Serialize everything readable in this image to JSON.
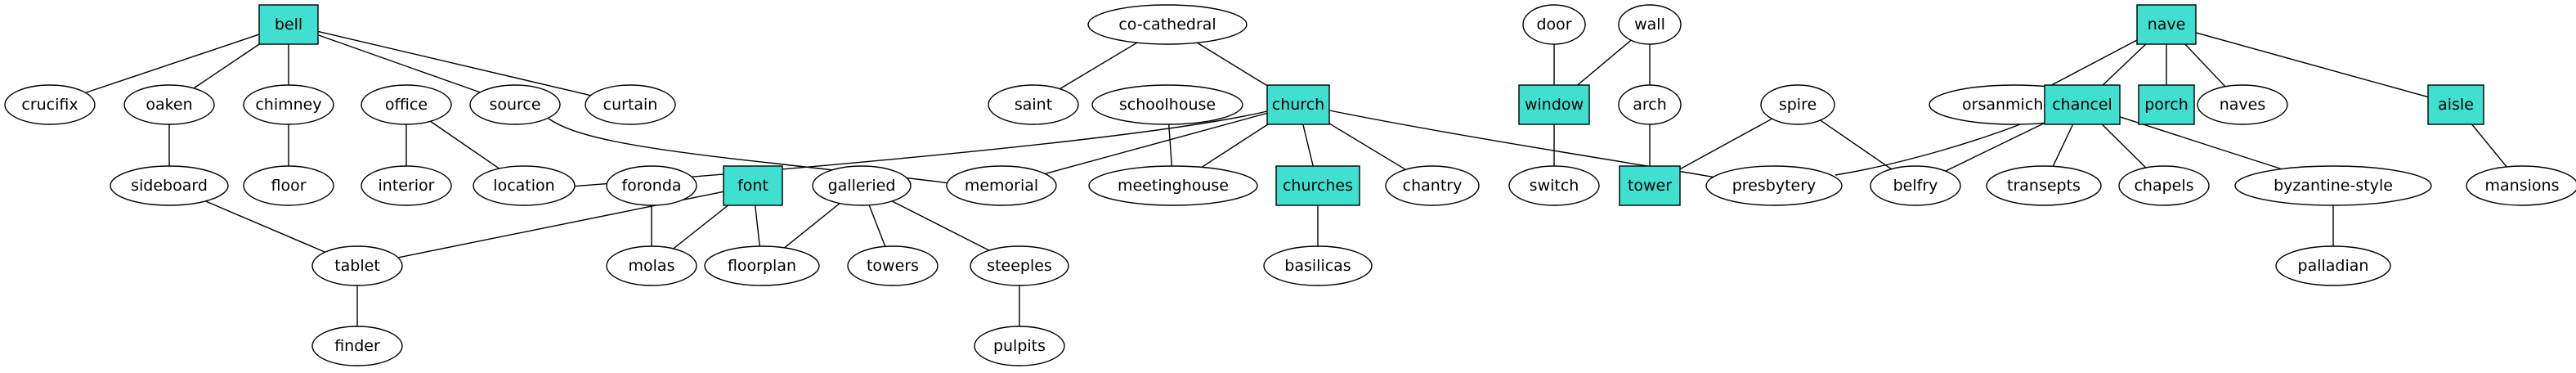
{
  "colors": {
    "highlight": "#40e0d0",
    "plain": "#ffffff",
    "stroke": "#000000"
  },
  "nodes": [
    {
      "id": "bell",
      "label": "bell",
      "shape": "box",
      "highlight": true
    },
    {
      "id": "crucifix",
      "label": "crucifix",
      "shape": "ellipse",
      "highlight": false
    },
    {
      "id": "oaken",
      "label": "oaken",
      "shape": "ellipse",
      "highlight": false
    },
    {
      "id": "chimney",
      "label": "chimney",
      "shape": "ellipse",
      "highlight": false
    },
    {
      "id": "office",
      "label": "office",
      "shape": "ellipse",
      "highlight": false
    },
    {
      "id": "source",
      "label": "source",
      "shape": "ellipse",
      "highlight": false
    },
    {
      "id": "curtain",
      "label": "curtain",
      "shape": "ellipse",
      "highlight": false
    },
    {
      "id": "sideboard",
      "label": "sideboard",
      "shape": "ellipse",
      "highlight": false
    },
    {
      "id": "floor",
      "label": "floor",
      "shape": "ellipse",
      "highlight": false
    },
    {
      "id": "interior",
      "label": "interior",
      "shape": "ellipse",
      "highlight": false
    },
    {
      "id": "location",
      "label": "location",
      "shape": "ellipse",
      "highlight": false
    },
    {
      "id": "foronda",
      "label": "foronda",
      "shape": "ellipse",
      "highlight": false
    },
    {
      "id": "font",
      "label": "font",
      "shape": "box",
      "highlight": true
    },
    {
      "id": "galleried",
      "label": "galleried",
      "shape": "ellipse",
      "highlight": false
    },
    {
      "id": "tablet",
      "label": "tablet",
      "shape": "ellipse",
      "highlight": false
    },
    {
      "id": "molas",
      "label": "molas",
      "shape": "ellipse",
      "highlight": false
    },
    {
      "id": "floorplan",
      "label": "floorplan",
      "shape": "ellipse",
      "highlight": false
    },
    {
      "id": "towers",
      "label": "towers",
      "shape": "ellipse",
      "highlight": false
    },
    {
      "id": "steeples",
      "label": "steeples",
      "shape": "ellipse",
      "highlight": false
    },
    {
      "id": "finder",
      "label": "finder",
      "shape": "ellipse",
      "highlight": false
    },
    {
      "id": "pulpits",
      "label": "pulpits",
      "shape": "ellipse",
      "highlight": false
    },
    {
      "id": "cocathedral",
      "label": "co-cathedral",
      "shape": "ellipse",
      "highlight": false
    },
    {
      "id": "saint",
      "label": "saint",
      "shape": "ellipse",
      "highlight": false
    },
    {
      "id": "schoolhouse",
      "label": "schoolhouse",
      "shape": "ellipse",
      "highlight": false
    },
    {
      "id": "church",
      "label": "church",
      "shape": "box",
      "highlight": true
    },
    {
      "id": "memorial",
      "label": "memorial",
      "shape": "ellipse",
      "highlight": false
    },
    {
      "id": "meetinghouse",
      "label": "meetinghouse",
      "shape": "ellipse",
      "highlight": false
    },
    {
      "id": "churches",
      "label": "churches",
      "shape": "box",
      "highlight": true
    },
    {
      "id": "chantry",
      "label": "chantry",
      "shape": "ellipse",
      "highlight": false
    },
    {
      "id": "basilicas",
      "label": "basilicas",
      "shape": "ellipse",
      "highlight": false
    },
    {
      "id": "door",
      "label": "door",
      "shape": "ellipse",
      "highlight": false
    },
    {
      "id": "wall",
      "label": "wall",
      "shape": "ellipse",
      "highlight": false
    },
    {
      "id": "window",
      "label": "window",
      "shape": "box",
      "highlight": true
    },
    {
      "id": "arch",
      "label": "arch",
      "shape": "ellipse",
      "highlight": false
    },
    {
      "id": "switch",
      "label": "switch",
      "shape": "ellipse",
      "highlight": false
    },
    {
      "id": "tower",
      "label": "tower",
      "shape": "box",
      "highlight": true
    },
    {
      "id": "spire",
      "label": "spire",
      "shape": "ellipse",
      "highlight": false
    },
    {
      "id": "presbytery",
      "label": "presbytery",
      "shape": "ellipse",
      "highlight": false
    },
    {
      "id": "belfry",
      "label": "belfry",
      "shape": "ellipse",
      "highlight": false
    },
    {
      "id": "nave",
      "label": "nave",
      "shape": "box",
      "highlight": true
    },
    {
      "id": "orsanmichele",
      "label": "orsanmichele",
      "shape": "ellipse",
      "highlight": false
    },
    {
      "id": "chancel",
      "label": "chancel",
      "shape": "box",
      "highlight": true
    },
    {
      "id": "porch",
      "label": "porch",
      "shape": "box",
      "highlight": true
    },
    {
      "id": "naves",
      "label": "naves",
      "shape": "ellipse",
      "highlight": false
    },
    {
      "id": "aisle",
      "label": "aisle",
      "shape": "box",
      "highlight": true
    },
    {
      "id": "transepts",
      "label": "transepts",
      "shape": "ellipse",
      "highlight": false
    },
    {
      "id": "chapels",
      "label": "chapels",
      "shape": "ellipse",
      "highlight": false
    },
    {
      "id": "byzantine",
      "label": "byzantine-style",
      "shape": "ellipse",
      "highlight": false
    },
    {
      "id": "mansions",
      "label": "mansions",
      "shape": "ellipse",
      "highlight": false
    },
    {
      "id": "palladian",
      "label": "palladian",
      "shape": "ellipse",
      "highlight": false
    }
  ],
  "edges": [
    [
      "bell",
      "crucifix"
    ],
    [
      "bell",
      "oaken"
    ],
    [
      "bell",
      "chimney"
    ],
    [
      "bell",
      "source"
    ],
    [
      "bell",
      "curtain"
    ],
    [
      "oaken",
      "sideboard"
    ],
    [
      "chimney",
      "floor"
    ],
    [
      "office",
      "interior"
    ],
    [
      "office",
      "location"
    ],
    [
      "source",
      "memorial"
    ],
    [
      "sideboard",
      "tablet"
    ],
    [
      "tablet",
      "finder"
    ],
    [
      "font",
      "tablet"
    ],
    [
      "font",
      "molas"
    ],
    [
      "font",
      "floorplan"
    ],
    [
      "foronda",
      "molas"
    ],
    [
      "galleried",
      "floorplan"
    ],
    [
      "galleried",
      "towers"
    ],
    [
      "galleried",
      "steeples"
    ],
    [
      "steeples",
      "pulpits"
    ],
    [
      "cocathedral",
      "saint"
    ],
    [
      "cocathedral",
      "church"
    ],
    [
      "schoolhouse",
      "meetinghouse"
    ],
    [
      "church",
      "location"
    ],
    [
      "church",
      "memorial"
    ],
    [
      "church",
      "meetinghouse"
    ],
    [
      "church",
      "churches"
    ],
    [
      "church",
      "chantry"
    ],
    [
      "church",
      "presbytery"
    ],
    [
      "churches",
      "basilicas"
    ],
    [
      "door",
      "window"
    ],
    [
      "wall",
      "window"
    ],
    [
      "wall",
      "arch"
    ],
    [
      "window",
      "switch"
    ],
    [
      "arch",
      "tower"
    ],
    [
      "spire",
      "tower"
    ],
    [
      "spire",
      "belfry"
    ],
    [
      "nave",
      "orsanmichele"
    ],
    [
      "nave",
      "chancel"
    ],
    [
      "nave",
      "porch"
    ],
    [
      "nave",
      "naves"
    ],
    [
      "nave",
      "aisle"
    ],
    [
      "chancel",
      "presbytery"
    ],
    [
      "chancel",
      "belfry"
    ],
    [
      "chancel",
      "transepts"
    ],
    [
      "chancel",
      "chapels"
    ],
    [
      "chancel",
      "byzantine"
    ],
    [
      "aisle",
      "mansions"
    ],
    [
      "byzantine",
      "palladian"
    ]
  ]
}
